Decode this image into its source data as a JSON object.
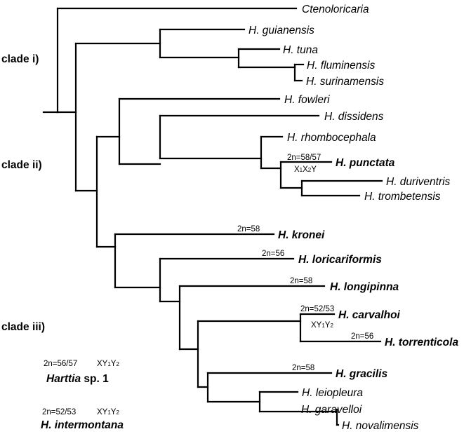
{
  "clades": {
    "i": "clade i)",
    "ii": "clade ii)",
    "iii": "clade iii)"
  },
  "taxa": {
    "ctenoloricaria": "Ctenoloricaria",
    "guianensis": "H. guianensis",
    "tuna": "H. tuna",
    "fluminensis": "H. fluminensis",
    "surinamensis": "H. surinamensis",
    "fowleri": "H. fowleri",
    "dissidens": "H. dissidens",
    "rhombocephala": "H. rhombocephala",
    "punctata": "H. punctata",
    "duriventris": "H. duriventris",
    "trombetensis": "H. trombetensis",
    "kronei": "H. kronei",
    "loricariformis": "H. loricariformis",
    "longipinna": "H. longipinna",
    "carvalhoi": "H. carvalhoi",
    "torrenticola": "H. torrenticola",
    "gracilis": "H. gracilis",
    "leiopleura": "H. leiopleura",
    "garavelloi": "H. garavelloi",
    "novalimensis": "H. novalimensis"
  },
  "karyotypes": {
    "punctata_2n": "2n=58/57",
    "punctata_sex": {
      "x1": "X",
      "s1": "1",
      "x2": "X",
      "s2": "2",
      "y": "Y"
    },
    "kronei_2n": "2n=58",
    "loricariformis_2n": "2n=56",
    "longipinna_2n": "2n=58",
    "carvalhoi_2n": "2n=52/53",
    "carvalhoi_sex": {
      "x": "X",
      "y1": "Y",
      "s1": "1",
      "y2": "Y",
      "s2": "2"
    },
    "torrenticola_2n": "2n=56",
    "gracilis_2n": "2n=58"
  },
  "legend": {
    "harttia_2n": "2n=56/57",
    "harttia_sex": {
      "x": "X",
      "y1": "Y",
      "s1": "1",
      "y2": "Y",
      "s2": "2"
    },
    "harttia_genus": "Harttia",
    "harttia_rest": " sp. 1",
    "intermontana_2n": "2n=52/53",
    "intermontana_sex": {
      "x": "X",
      "y1": "Y",
      "s1": "1",
      "y2": "Y",
      "s2": "2"
    },
    "intermontana_name": "H. intermontana"
  }
}
